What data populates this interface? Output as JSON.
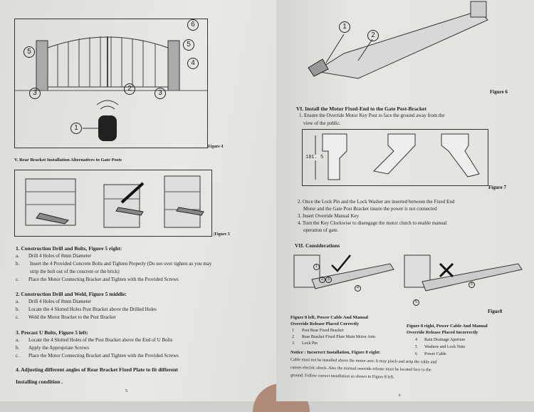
{
  "left_page": {
    "figure4": {
      "caption": "Figure 4",
      "callouts": [
        "6",
        "5",
        "4",
        "5",
        "3",
        "2",
        "3",
        "1"
      ]
    },
    "section_v_title": "V. Rear Bracket Installation Alternatives to Gate Posts",
    "figure5": {
      "caption": "|Figure 5"
    },
    "steps": [
      {
        "title": "1.  Construction Drill and Bolts, Figure 5 right:",
        "items": [
          {
            "m": "a.",
            "text": "Drill 4 Holes of 8mm Diameter"
          },
          {
            "m": "b.",
            "text": "Insert the 4 Provided Concrete Bolts and Tighten Properly (Do not over tighten as you may"
          },
          {
            "m": "",
            "text": "strip the bolt out of the concrete or the brick)"
          },
          {
            "m": "c.",
            "text": "Place the Motor Connecting Bracket and Tighten with the Provided Screws"
          }
        ]
      },
      {
        "title": "2.  Construction Drill and Weld, Figure 5 middle:",
        "items": [
          {
            "m": "a.",
            "text": "Drill 4 Holes of 8mm Diameter"
          },
          {
            "m": "b.",
            "text": "Locate the 4 Slotted Holes Post Bracket above the Drilled Holes"
          },
          {
            "m": "c.",
            "text": "Weld the Motor Bracket to the Post Bracket"
          }
        ]
      },
      {
        "title": "3.  Precast U Bolts, Figure 5 left:",
        "items": [
          {
            "m": "a.",
            "text": "Locate the 4 Slotted Holes of the Post Bracket above the End of U Bolts"
          },
          {
            "m": "b.",
            "text": "Apply the Appropriate Screws"
          },
          {
            "m": "c.",
            "text": "Place the Motor Connecting Bracket and Tighten with the Provided Screws"
          }
        ]
      }
    ],
    "step4": "4.  Adjusting different angles of Rear Bracket Fixed Plate to fit different",
    "step4_cont": "Installing condition .",
    "page_number": "5"
  },
  "right_page": {
    "figure6": {
      "caption": "Figure 6",
      "callouts": [
        "1",
        "2"
      ]
    },
    "section_vi_title": "VI. Install the Motor Fixed-End to the Gate Post-Bracket",
    "vi_items": [
      "1. Ensure the Override Motor Key Post to face the ground away from the",
      "view of the public."
    ],
    "figure7": {
      "caption": "Figure 7",
      "dimension": "181. 5"
    },
    "vi_items2": [
      "2. Once the Lock Pin and the Lock Washer are inserted between the Fixed    End",
      "Motor and the Gate Post Bracket insure the power is not connected",
      "3. Insert Override Manual Key",
      "4. Turn the Key Clockwise to disengage the motor clutch to enable manual",
      "operation of gate."
    ],
    "section_vii_title": "VII. Considerations",
    "figure8": {
      "caption": "Figur8",
      "callouts": [
        "1",
        "2",
        "3",
        "4",
        "5",
        "6"
      ]
    },
    "fig8_left_title": [
      "Figure 8 left, Power Cable And Manual",
      "Override Release Placed Correctly"
    ],
    "fig8_left_items": [
      {
        "n": "1",
        "text": "Post Rear Fixed Bracket"
      },
      {
        "n": "2",
        "text": "Rear Bracket Fixed Plate Main Motor Arm"
      },
      {
        "n": "3",
        "text": "Lock Pin"
      }
    ],
    "fig8_right_title": [
      "Figure 8 right, Power Cable And Manual",
      "Override Release Placed Incorrectly"
    ],
    "fig8_right_items": [
      {
        "n": "4",
        "text": "Rain Drainage Aperture"
      },
      {
        "n": "5",
        "text": "Washers and Lock Nuts"
      },
      {
        "n": "6",
        "text": "Power Cable"
      }
    ],
    "notice_title": "Notice : Incorrect Installation, Figure 8 right:",
    "notice_lines": [
      "Cable must not be installed above the motor arm. It may pinch and strip the cable and",
      "causes electric shock. Also the manual override release must be located face to the",
      "ground. Follow correct installation as shown in Figure 8 left."
    ],
    "page_number": "6"
  }
}
